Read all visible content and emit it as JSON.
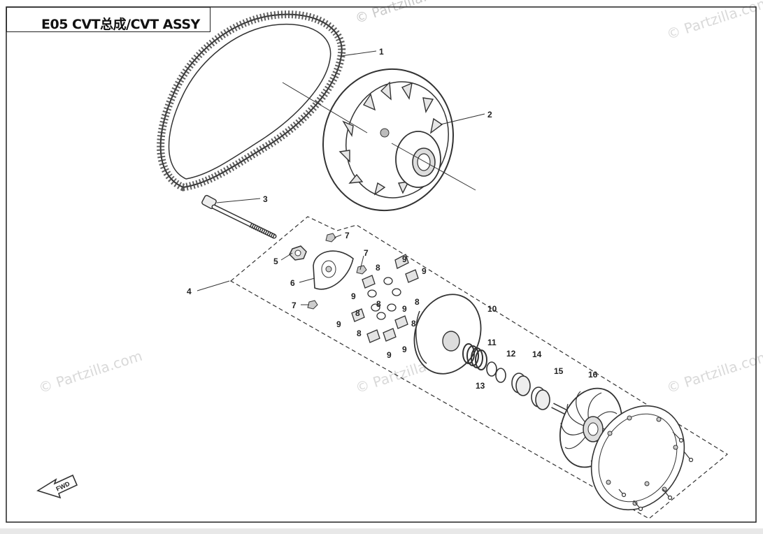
{
  "title": "E05  CVT总成/CVT ASSY",
  "watermark": "© Partzilla.com",
  "fwd_label": "FWD",
  "callouts": [
    {
      "id": "c1",
      "label": "1"
    },
    {
      "id": "c2",
      "label": "2"
    },
    {
      "id": "c3",
      "label": "3"
    },
    {
      "id": "c4",
      "label": "4"
    },
    {
      "id": "c5",
      "label": "5"
    },
    {
      "id": "c6",
      "label": "6"
    },
    {
      "id": "c7a",
      "label": "7"
    },
    {
      "id": "c7b",
      "label": "7"
    },
    {
      "id": "c7c",
      "label": "7"
    },
    {
      "id": "c8a",
      "label": "8"
    },
    {
      "id": "c8b",
      "label": "8"
    },
    {
      "id": "c8c",
      "label": "8"
    },
    {
      "id": "c8d",
      "label": "8"
    },
    {
      "id": "c8e",
      "label": "8"
    },
    {
      "id": "c8f",
      "label": "8"
    },
    {
      "id": "c9a",
      "label": "9"
    },
    {
      "id": "c9b",
      "label": "9"
    },
    {
      "id": "c9c",
      "label": "9"
    },
    {
      "id": "c9d",
      "label": "9"
    },
    {
      "id": "c9e",
      "label": "9"
    },
    {
      "id": "c9f",
      "label": "9"
    },
    {
      "id": "c9g",
      "label": "9"
    },
    {
      "id": "c10",
      "label": "10"
    },
    {
      "id": "c11",
      "label": "11"
    },
    {
      "id": "c12",
      "label": "12"
    },
    {
      "id": "c13",
      "label": "13"
    },
    {
      "id": "c14",
      "label": "14"
    },
    {
      "id": "c15",
      "label": "15"
    },
    {
      "id": "c16",
      "label": "16"
    }
  ]
}
